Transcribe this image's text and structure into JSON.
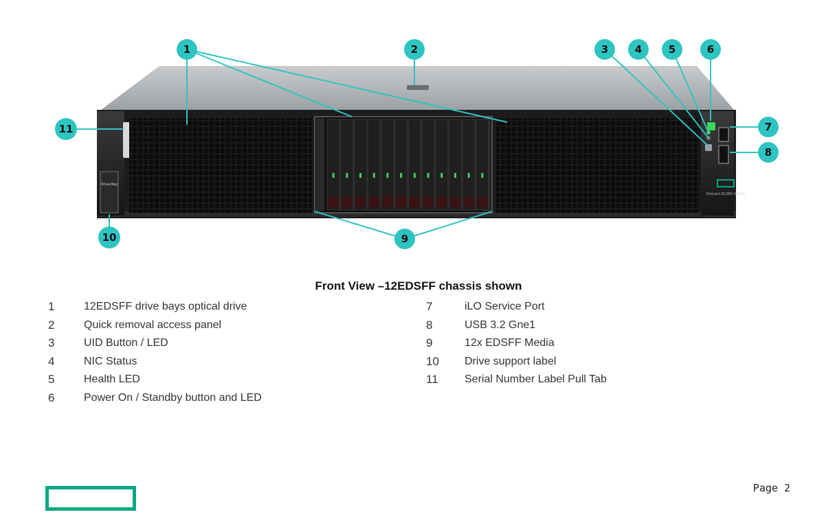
{
  "figure": {
    "caption": "Front View –12EDSFF chassis shown",
    "callouts": [
      "1",
      "2",
      "3",
      "4",
      "5",
      "6",
      "7",
      "8",
      "9",
      "10",
      "11"
    ],
    "drive_support_label": "Drive Bay",
    "server_model_label": "ProLiant DL380 Gen11",
    "callout_color": "#2ec4c2",
    "led_color": "#3dd65a"
  },
  "legend": {
    "left": [
      {
        "num": "1",
        "text": "12EDSFF drive bays optical drive"
      },
      {
        "num": "2",
        "text": "Quick removal access panel"
      },
      {
        "num": "3",
        "text": "UID Button / LED"
      },
      {
        "num": "4",
        "text": "NIC Status"
      },
      {
        "num": "5",
        "text": "Health LED"
      },
      {
        "num": "6",
        "text": "Power On / Standby button and LED"
      }
    ],
    "right": [
      {
        "num": "7",
        "text": "iLO Service Port"
      },
      {
        "num": "8",
        "text": "USB 3.2 Gne1"
      },
      {
        "num": "9",
        "text": "12x EDSFF Media"
      },
      {
        "num": "10",
        "text": "Drive support label"
      },
      {
        "num": "11",
        "text": "Serial Number Label Pull Tab"
      }
    ]
  },
  "footer": {
    "page_label": "Page 2",
    "brand_color": "#01a982"
  }
}
